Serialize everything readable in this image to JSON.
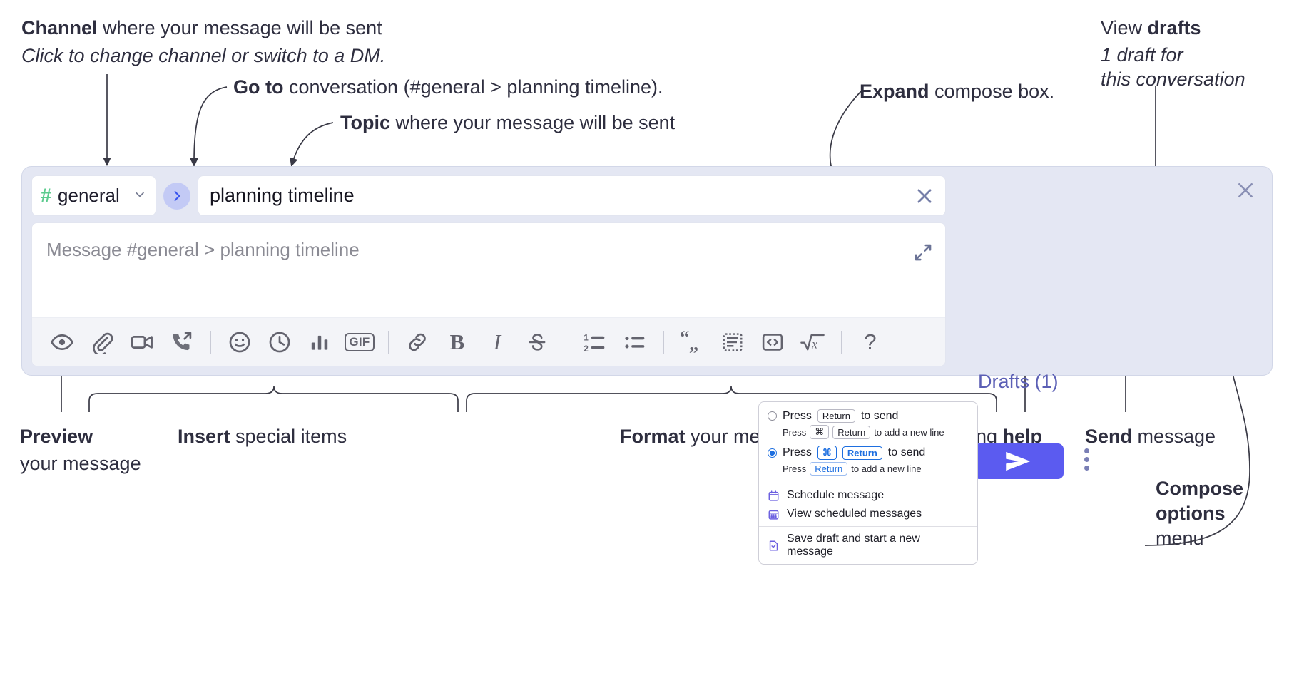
{
  "annotations": {
    "channel": {
      "bold": "Channel",
      "rest": " where your message will be sent",
      "sub": "Click to change channel or switch to a DM."
    },
    "goto": {
      "bold": "Go to",
      "rest": " conversation (#general > planning timeline)."
    },
    "topic": {
      "bold": "Topic",
      "rest": " where your message will be sent"
    },
    "expand": {
      "bold": "Expand",
      "rest": " compose box."
    },
    "drafts": {
      "lead": "View ",
      "bold": "drafts",
      "sub1": "1 draft for",
      "sub2": "this conversation"
    },
    "preview": {
      "bold": "Preview",
      "sub": "your message"
    },
    "insert": {
      "bold": "Insert",
      "rest": " special items"
    },
    "format": {
      "bold": "Format",
      "rest": " your message"
    },
    "help": {
      "lead": "Formatting ",
      "bold": "help"
    },
    "send": {
      "bold": "Send",
      "rest": " message"
    },
    "compose_options": {
      "bold1": "Compose",
      "bold2": "options",
      "rest": "menu"
    }
  },
  "compose": {
    "channel_name": "general",
    "hash_icon": "hash-icon",
    "chevron_icon": "chevron-down-icon",
    "goto_icon": "chevron-right-icon",
    "topic_value": "planning timeline",
    "topic_clear_icon": "close-icon",
    "message_placeholder": "Message #general > planning timeline",
    "expand_icon": "expand-arrows-icon",
    "close_icon": "close-icon",
    "drafts_label": "Drafts (1)",
    "send_icon": "send-paper-plane-icon",
    "kebab_icon": "vertical-ellipsis-icon",
    "toolbar": [
      {
        "name": "preview-button",
        "icon": "eye-icon"
      },
      {
        "name": "attach-button",
        "icon": "paperclip-icon"
      },
      {
        "name": "video-clip-button",
        "icon": "video-camera-icon"
      },
      {
        "name": "audio-clip-button",
        "icon": "phone-forward-icon"
      },
      {
        "name": "separator",
        "icon": "divider"
      },
      {
        "name": "emoji-button",
        "icon": "smiley-icon"
      },
      {
        "name": "schedule-button",
        "icon": "clock-icon"
      },
      {
        "name": "poll-button",
        "icon": "bar-chart-icon"
      },
      {
        "name": "gif-button",
        "icon": "gif-icon",
        "label": "GIF"
      },
      {
        "name": "separator",
        "icon": "divider"
      },
      {
        "name": "link-button",
        "icon": "link-icon"
      },
      {
        "name": "bold-button",
        "icon": "bold-icon",
        "label": "B"
      },
      {
        "name": "italic-button",
        "icon": "italic-icon",
        "label": "I"
      },
      {
        "name": "strikethrough-button",
        "icon": "strikethrough-icon",
        "label": "S"
      },
      {
        "name": "separator",
        "icon": "divider"
      },
      {
        "name": "ordered-list-button",
        "icon": "numbered-list-icon"
      },
      {
        "name": "bulleted-list-button",
        "icon": "bulleted-list-icon"
      },
      {
        "name": "separator",
        "icon": "divider"
      },
      {
        "name": "blockquote-button",
        "icon": "quote-icon"
      },
      {
        "name": "code-block-button",
        "icon": "code-block-icon"
      },
      {
        "name": "inline-code-button",
        "icon": "code-brackets-icon"
      },
      {
        "name": "math-button",
        "icon": "square-root-icon"
      },
      {
        "name": "separator",
        "icon": "divider"
      },
      {
        "name": "formatting-help-button",
        "icon": "question-mark-icon",
        "label": "?"
      }
    ]
  },
  "options_menu": {
    "option1": {
      "pre": "Press",
      "key": "Return",
      "post": "to send",
      "selected": false,
      "sub_pre": "Press",
      "sub_key1": "⌘",
      "sub_key2": "Return",
      "sub_post": "to add a new line"
    },
    "option2": {
      "pre": "Press",
      "key1": "⌘",
      "key2": "Return",
      "post": "to send",
      "selected": true,
      "sub_pre": "Press",
      "sub_key": "Return",
      "sub_post": "to add a new line"
    },
    "items": [
      {
        "label": "Schedule message",
        "icon": "calendar-icon"
      },
      {
        "label": "View scheduled messages",
        "icon": "calendar-grid-icon"
      },
      {
        "label": "Save draft and start a new message",
        "icon": "document-check-icon"
      }
    ]
  },
  "colors": {
    "panel_bg": "#e4e7f3",
    "accent_send": "#5b5bf0",
    "hash_green": "#5ccb8e",
    "drafts_purple": "#5b5fb5",
    "goto_blue": "#3a56ef",
    "radio_blue": "#1e6fe0"
  }
}
